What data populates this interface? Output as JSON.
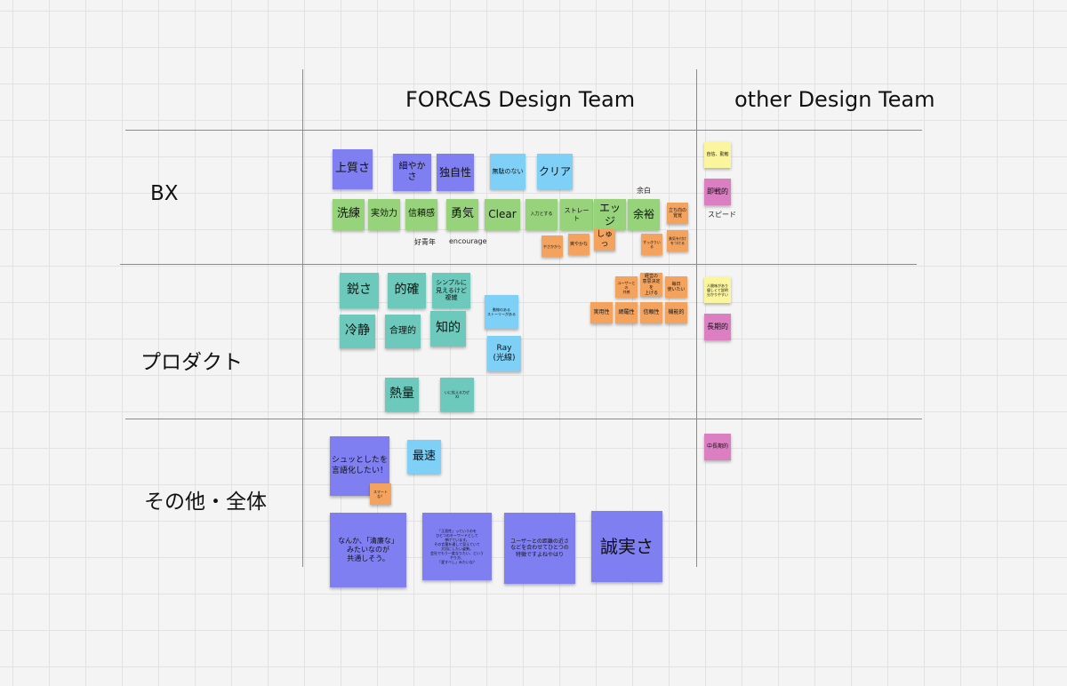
{
  "columns": {
    "forcas": "FORCAS Design Team",
    "other": "other Design Team"
  },
  "rows": {
    "bx": "BX",
    "product": "プロダクト",
    "other": "その他・全体"
  },
  "bx": {
    "jouhinsa": "上質さ",
    "komayakasa": "細やかさ",
    "dokujisei": "独自性",
    "mudanonai": "無駄のない",
    "kuria": "クリア",
    "senren": "洗練",
    "jikkouryoku": "実効力",
    "shinraikan": "信頼感",
    "yuuki": "勇気",
    "clear": "Clear",
    "chikara_sasu": "入力とする",
    "sutoreto": "ストレート",
    "ejji": "エッジ",
    "yoyu": "余裕",
    "tachimukau": "立ち向の覚覚",
    "kouseinen": "好青年",
    "encourage": "encourage",
    "yohaku": "余白",
    "yasashisa": "やさかから",
    "odayaka": "爽やかな",
    "shutsu": "しゅっ",
    "sakunoji": "すっきりいる",
    "yuuki_tsuke": "勇気を付けをつける"
  },
  "bx_other": {
    "jishin": "自信、勤勉",
    "sokusenteki": "即戦的",
    "supido": "スピード"
  },
  "product": {
    "surudosa": "鋭さ",
    "tekikaku": "的確",
    "simple": "シンプルに\n見えるけど\n複雑",
    "reisei": "冷静",
    "gouriteki": "合理的",
    "chiteki": "知的",
    "doukino": "動線のある\nストーリーがある",
    "ray": "Ray\n(光線)",
    "netsuryo": "熱量",
    "mini": "いに拡える力ぜ\nXI",
    "user_sougou": "ユーザーとの\n共感",
    "keiei": "経営の\n意思決定を\n上げる",
    "mainichi": "毎日\n使いたい",
    "jitsuyousei": "実用性",
    "moura": "網羅性",
    "shinrai": "信頼性",
    "kinouteki": "機能的"
  },
  "product_other": {
    "jinshin": "人間味があり\n優しくて説明\n分かりやすい",
    "choukiteki": "長期的"
  },
  "other": {
    "shu": "シュッとしたを\n言語化したい！",
    "sukoshi": "スマートな？",
    "saisoku": "最速",
    "nanka": "なんか、「清廉な」\nみたいなのが\n共通しそう。",
    "long": "「正直性」っていうのを\nひとつのキーワードとして\n挙げています。\nその言葉を通して見えていて\n大切にしたい姿勢。\n会社でもう一度なりたい、という\nやり方、\n「愛すべし」みたいな？",
    "user_kyoukan": "ユーザーとの距離の近さ\nなどを合わせてひとつの\n特徴ですよねやはり",
    "seijitsu": "誠実さ"
  },
  "other_other": {
    "chuuchouki": "中長期的"
  },
  "colors": {
    "purple": "#7f7ff2",
    "blue": "#7fd0f6",
    "green": "#96d37a",
    "teal": "#6cc9bb",
    "orange": "#f4a35e",
    "yellow": "#fbf59d",
    "pink": "#dc7fc2"
  }
}
